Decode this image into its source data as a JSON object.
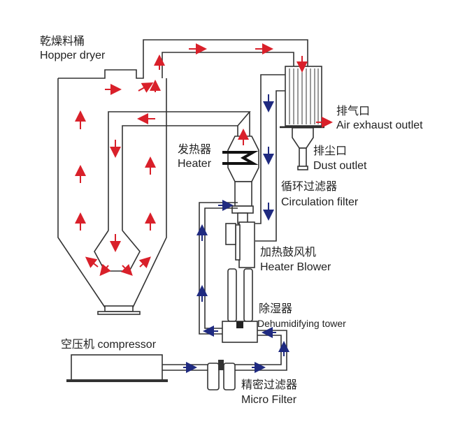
{
  "colors": {
    "hot_air": "#d9202a",
    "dry_air": "#1f2a80",
    "outline": "#333333"
  },
  "labels": {
    "hopper_cn": "乾燥料桶",
    "hopper_en": "Hopper dryer",
    "exhaust_cn": "排气口",
    "exhaust_en": "Air exhaust outlet",
    "heater_cn": "发热器",
    "heater_en": "Heater",
    "dust_cn": "排尘口",
    "dust_en": "Dust outlet",
    "filter_cn": "循环过滤器",
    "filter_en": "Circulation filter",
    "blower_cn": "加热鼓风机",
    "blower_en": "Heater Blower",
    "dehum_cn": "除湿器",
    "dehum_en": "Dehumidifying tower",
    "compressor": "空压机 compressor",
    "micro_cn": "精密过滤器",
    "micro_en": "Micro Filter"
  }
}
